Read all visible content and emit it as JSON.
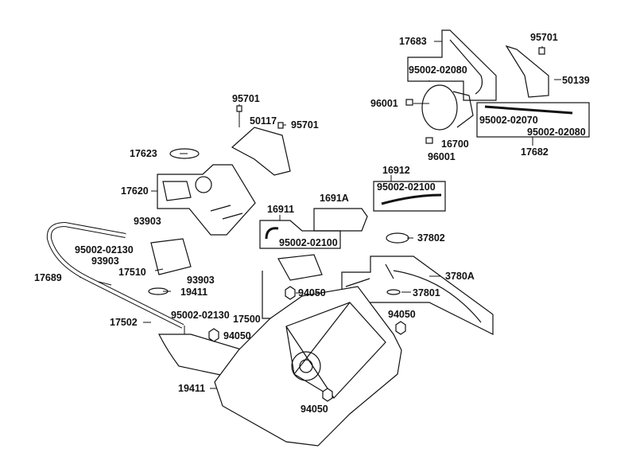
{
  "diagram": {
    "title": "Fuel tank exploded parts diagram",
    "labels": {
      "p17683": "17683",
      "p95002_02080_a": "95002-02080",
      "p95701_a": "95701",
      "p50139": "50139",
      "p96001_a": "96001",
      "p16700": "16700",
      "p96001_b": "96001",
      "p95002_02070": "95002-02070",
      "p95002_02080_b": "95002-02080",
      "p17682": "17682",
      "p95701_b": "95701",
      "p50117": "50117",
      "p95701_c": "95701",
      "p17623": "17623",
      "p17620": "17620",
      "p16912": "16912",
      "p95002_02100_a": "95002-02100",
      "p1691A": "1691A",
      "p16911": "16911",
      "p95002_02100_b": "95002-02100",
      "p37802": "37802",
      "p93903_a": "93903",
      "p95002_02130_a": "95002-02130",
      "p93903_b": "93903",
      "p17689": "17689",
      "p17510": "17510",
      "p93903_c": "93903",
      "p19411_a": "19411",
      "p3780A": "3780A",
      "p37801": "37801",
      "p94050_a": "94050",
      "p17500": "17500",
      "p94050_b": "94050",
      "p17502": "17502",
      "p95002_02130_b": "95002-02130",
      "p94050_c": "94050",
      "p19411_b": "19411",
      "p94050_d": "94050"
    }
  }
}
